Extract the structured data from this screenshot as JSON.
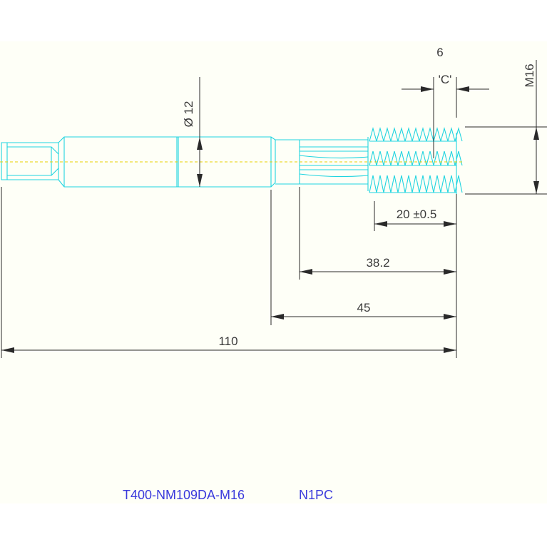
{
  "drawing": {
    "part_number": "T400-NM109DA-M16",
    "variant": "N1PC",
    "colors": {
      "outline": "#20d4e0",
      "centerline": "#e8d200",
      "dimension": "#2a2a2a",
      "title": "#3a3adc",
      "sheet": "#fefff7"
    }
  },
  "dimensions": {
    "diameter": "Ø 12",
    "thread_size": "M16",
    "chamfer_length": "6",
    "chamfer_label": "'C'",
    "thread_length": "20 ±0.5",
    "flute_length": "38.2",
    "neck_length": "45",
    "overall_length": "110"
  }
}
